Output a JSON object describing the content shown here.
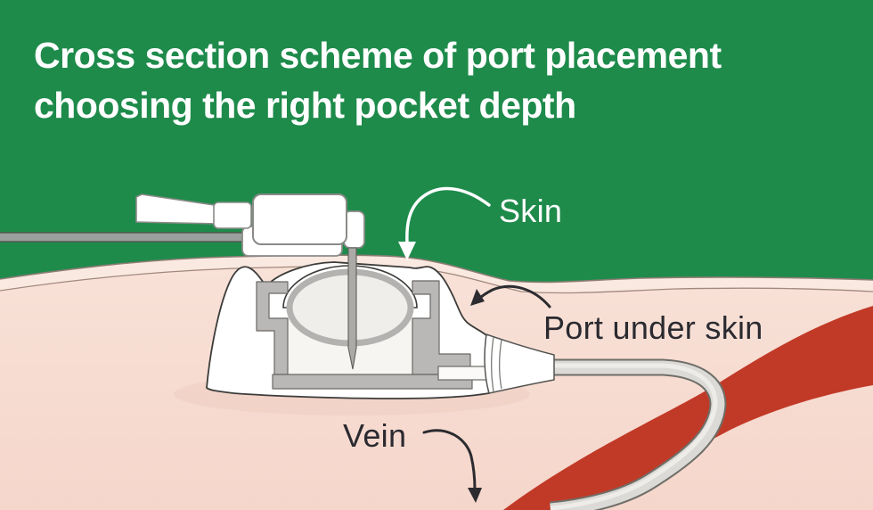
{
  "header": {
    "title_line1": "Cross section scheme of port placement",
    "title_line2": "choosing the right pocket depth"
  },
  "labels": {
    "skin": "Skin",
    "port": "Port under skin",
    "vein": "Vein"
  },
  "colors": {
    "background_green": "#1e8b4b",
    "skin_tissue": "#f6dcd2",
    "epidermis_band": "#fae9e1",
    "vein_red": "#c13a27",
    "device_gray": "#b9b8b6",
    "catheter_gray": "#d9d8d4",
    "outline_dark": "#3c3c3a",
    "text_dark": "#2a2a30",
    "text_white": "#ffffff"
  }
}
